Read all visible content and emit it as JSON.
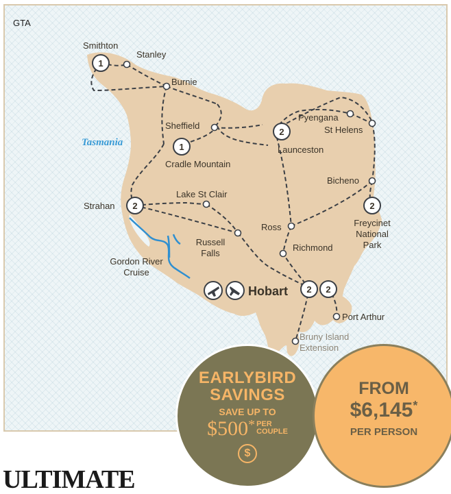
{
  "map": {
    "corner_label": "GTA",
    "region_label": "Tasmania",
    "colors": {
      "land": "#e8cfae",
      "water": "#eef5f7",
      "route": "#3b3f45",
      "river": "#2f8fd0",
      "frame": "#d9c9ad"
    },
    "places": [
      {
        "id": "smithton",
        "label": "Smithton",
        "nights": "1"
      },
      {
        "id": "stanley",
        "label": "Stanley"
      },
      {
        "id": "burnie",
        "label": "Burnie"
      },
      {
        "id": "sheffield",
        "label": "Sheffield"
      },
      {
        "id": "cradle",
        "label": "Cradle Mountain",
        "nights": "1"
      },
      {
        "id": "launceston",
        "label": "Launceston",
        "nights": "2"
      },
      {
        "id": "pyengana",
        "label": "Pyengana"
      },
      {
        "id": "sthelens",
        "label": "St Helens"
      },
      {
        "id": "bicheno",
        "label": "Bicheno"
      },
      {
        "id": "freycinet",
        "label_lines": [
          "Freycinet",
          "National",
          "Park"
        ],
        "nights": "2"
      },
      {
        "id": "strahan",
        "label": "Strahan",
        "nights": "2"
      },
      {
        "id": "lakestclair",
        "label": "Lake St Clair"
      },
      {
        "id": "ross",
        "label": "Ross"
      },
      {
        "id": "russell",
        "label_lines": [
          "Russell",
          "Falls"
        ]
      },
      {
        "id": "richmond",
        "label": "Richmond"
      },
      {
        "id": "gordon",
        "label_lines": [
          "Gordon River",
          "Cruise"
        ]
      },
      {
        "id": "hobart",
        "label": "Hobart",
        "nights_a": "2",
        "nights_b": "2"
      },
      {
        "id": "portarthur",
        "label": "Port Arthur"
      },
      {
        "id": "bruny",
        "label_lines": [
          "Bruny Island",
          "Extension"
        ]
      }
    ],
    "icons": [
      "plane-departure-icon",
      "plane-arrival-icon"
    ]
  },
  "earlybird": {
    "line1": "EARLYBIRD",
    "line2": "SAVINGS",
    "line3": "SAVE UP TO",
    "amount": "$500",
    "asterisk": "*",
    "per_top": "PER",
    "per_bottom": "COUPLE",
    "icon_glyph": "$"
  },
  "price": {
    "line1": "FROM",
    "amount": "$6,145",
    "asterisk": "*",
    "line3": "PER PERSON"
  },
  "heading": "ULTIMATE"
}
